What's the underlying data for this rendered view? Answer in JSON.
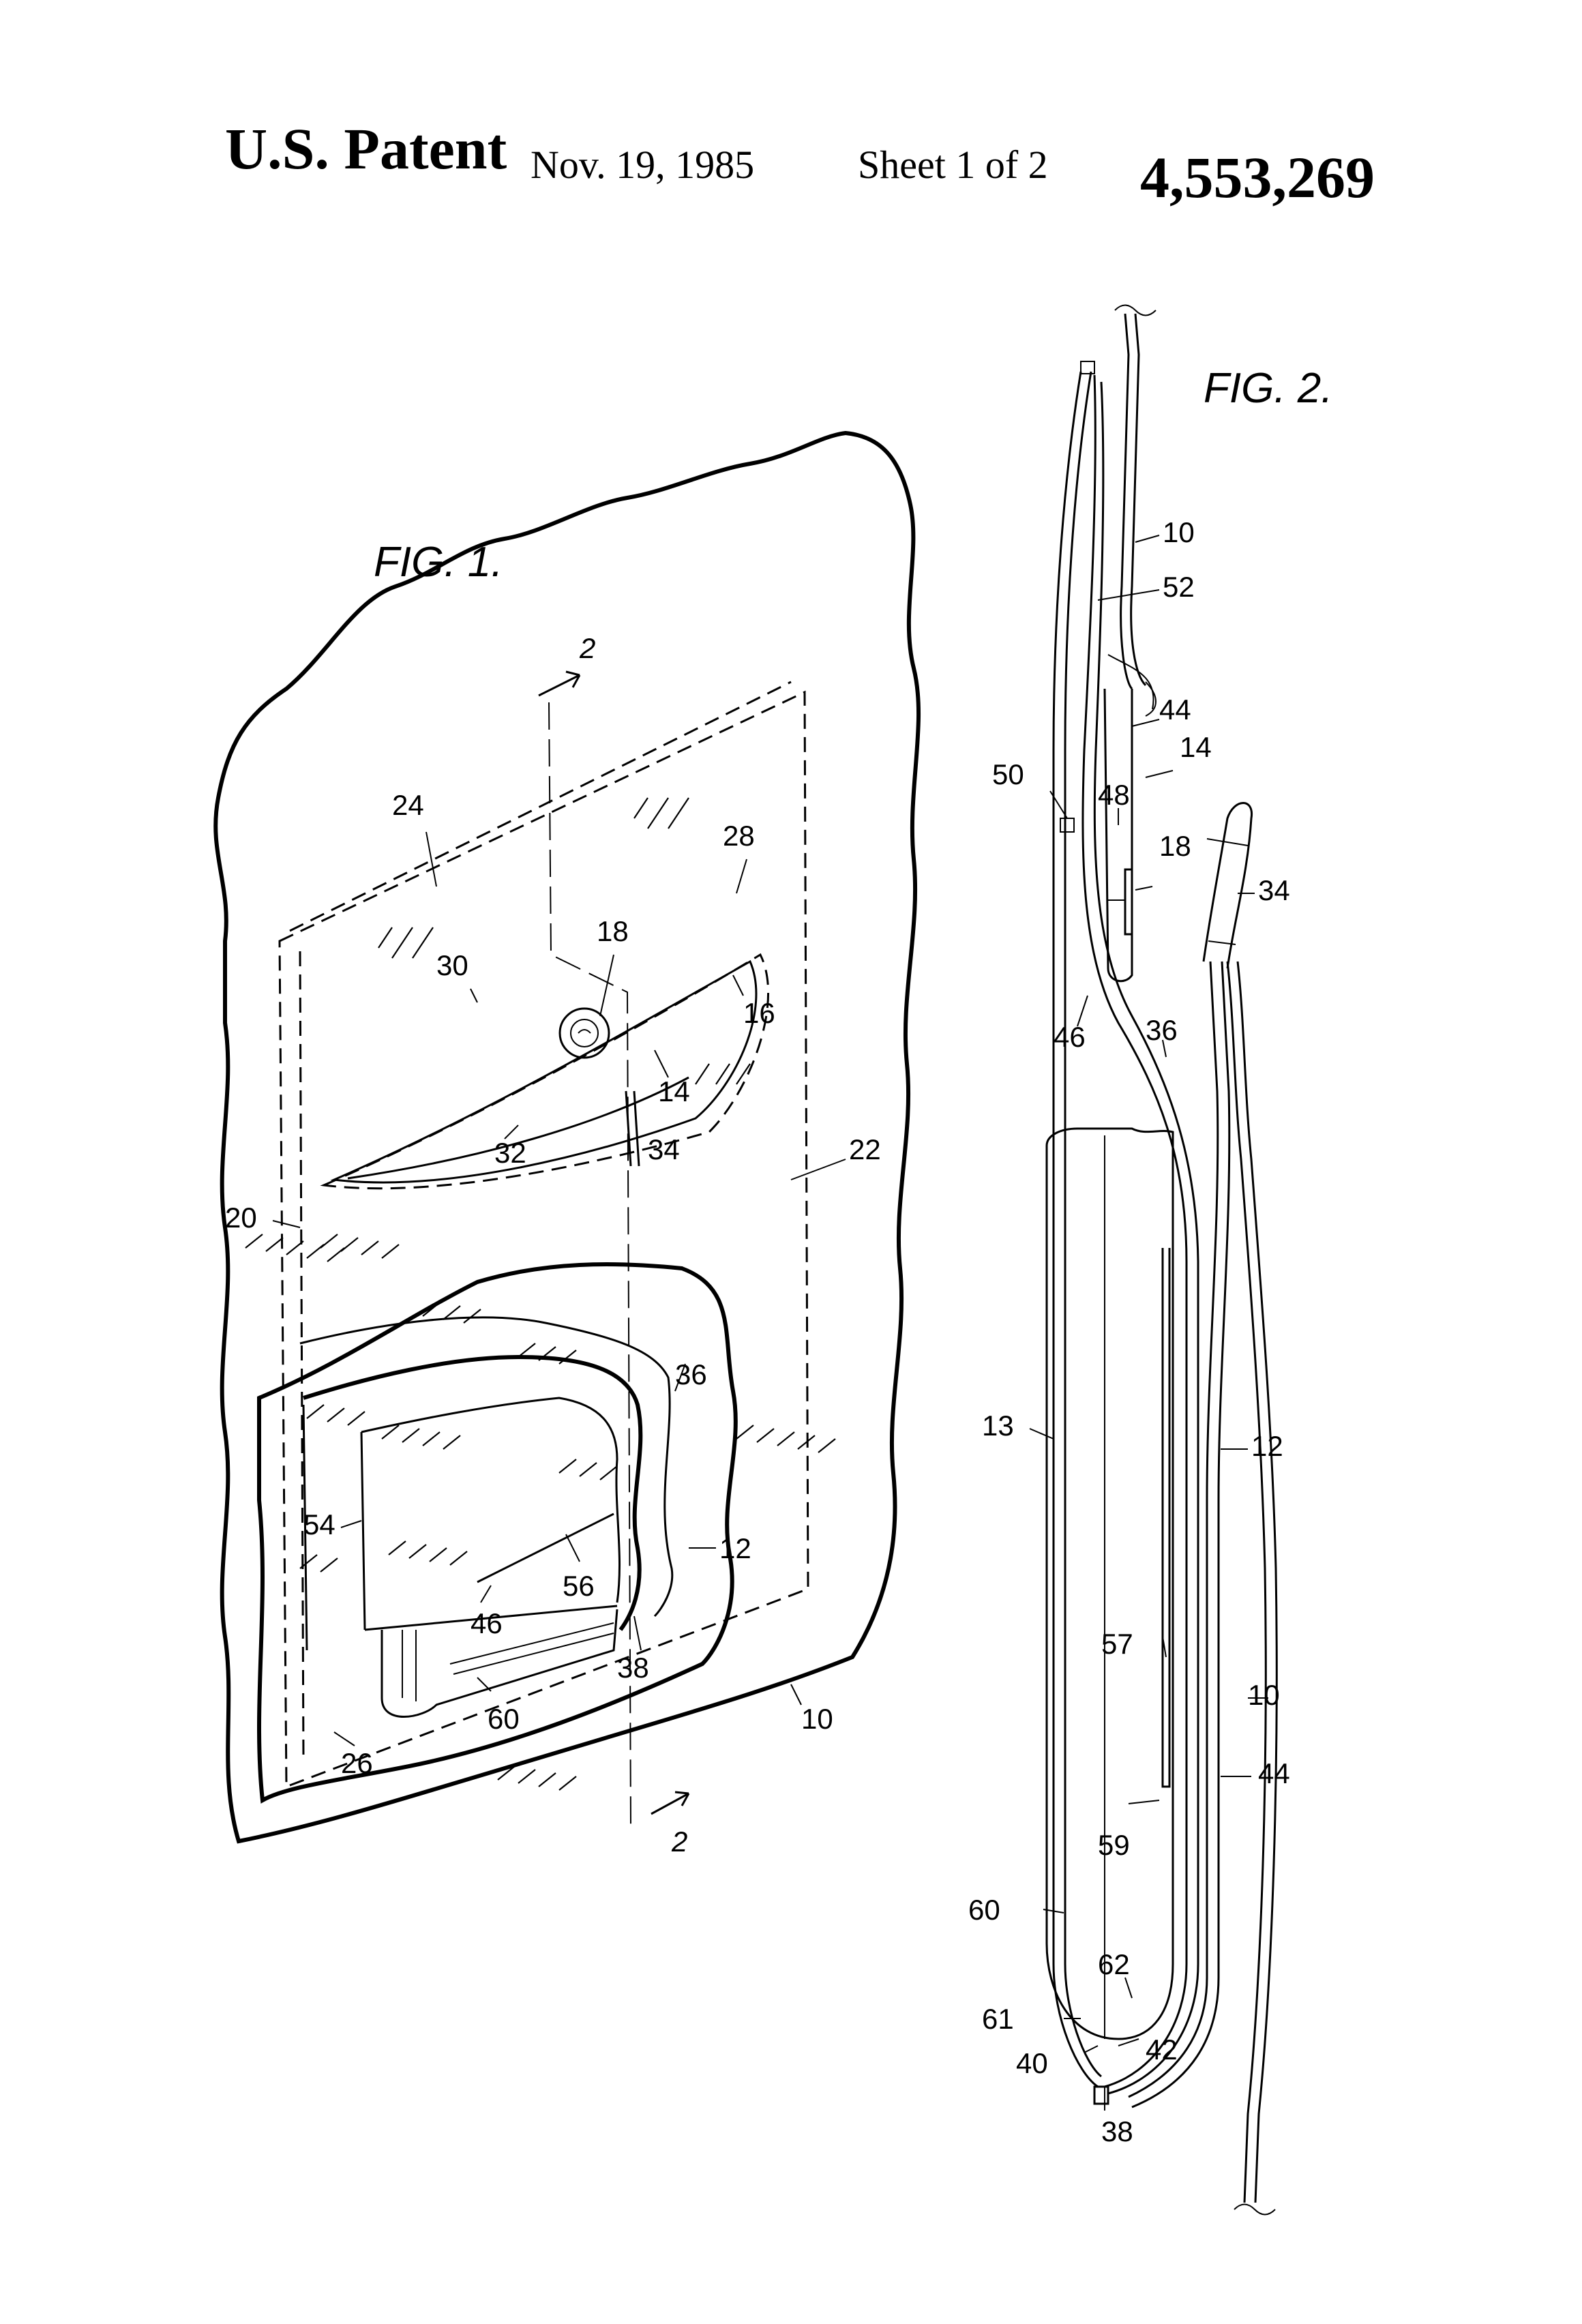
{
  "header": {
    "patent_label": "U.S. Patent",
    "date": "Nov. 19, 1985",
    "sheet": "Sheet 1 of 2",
    "patent_number": "4,553,269"
  },
  "figures": {
    "fig1": {
      "title": "FIG. 1.",
      "section_marker": "2",
      "labels": [
        "24",
        "28",
        "30",
        "18",
        "16",
        "14",
        "32",
        "34",
        "22",
        "20",
        "36",
        "54",
        "12",
        "46",
        "56",
        "38",
        "60",
        "10",
        "26"
      ]
    },
    "fig2": {
      "title": "FIG. 2.",
      "labels": [
        "10",
        "52",
        "44",
        "14",
        "50",
        "48",
        "18",
        "34",
        "46",
        "36",
        "13",
        "12",
        "57",
        "10",
        "44",
        "59",
        "60",
        "62",
        "61",
        "42",
        "40",
        "38"
      ]
    }
  }
}
